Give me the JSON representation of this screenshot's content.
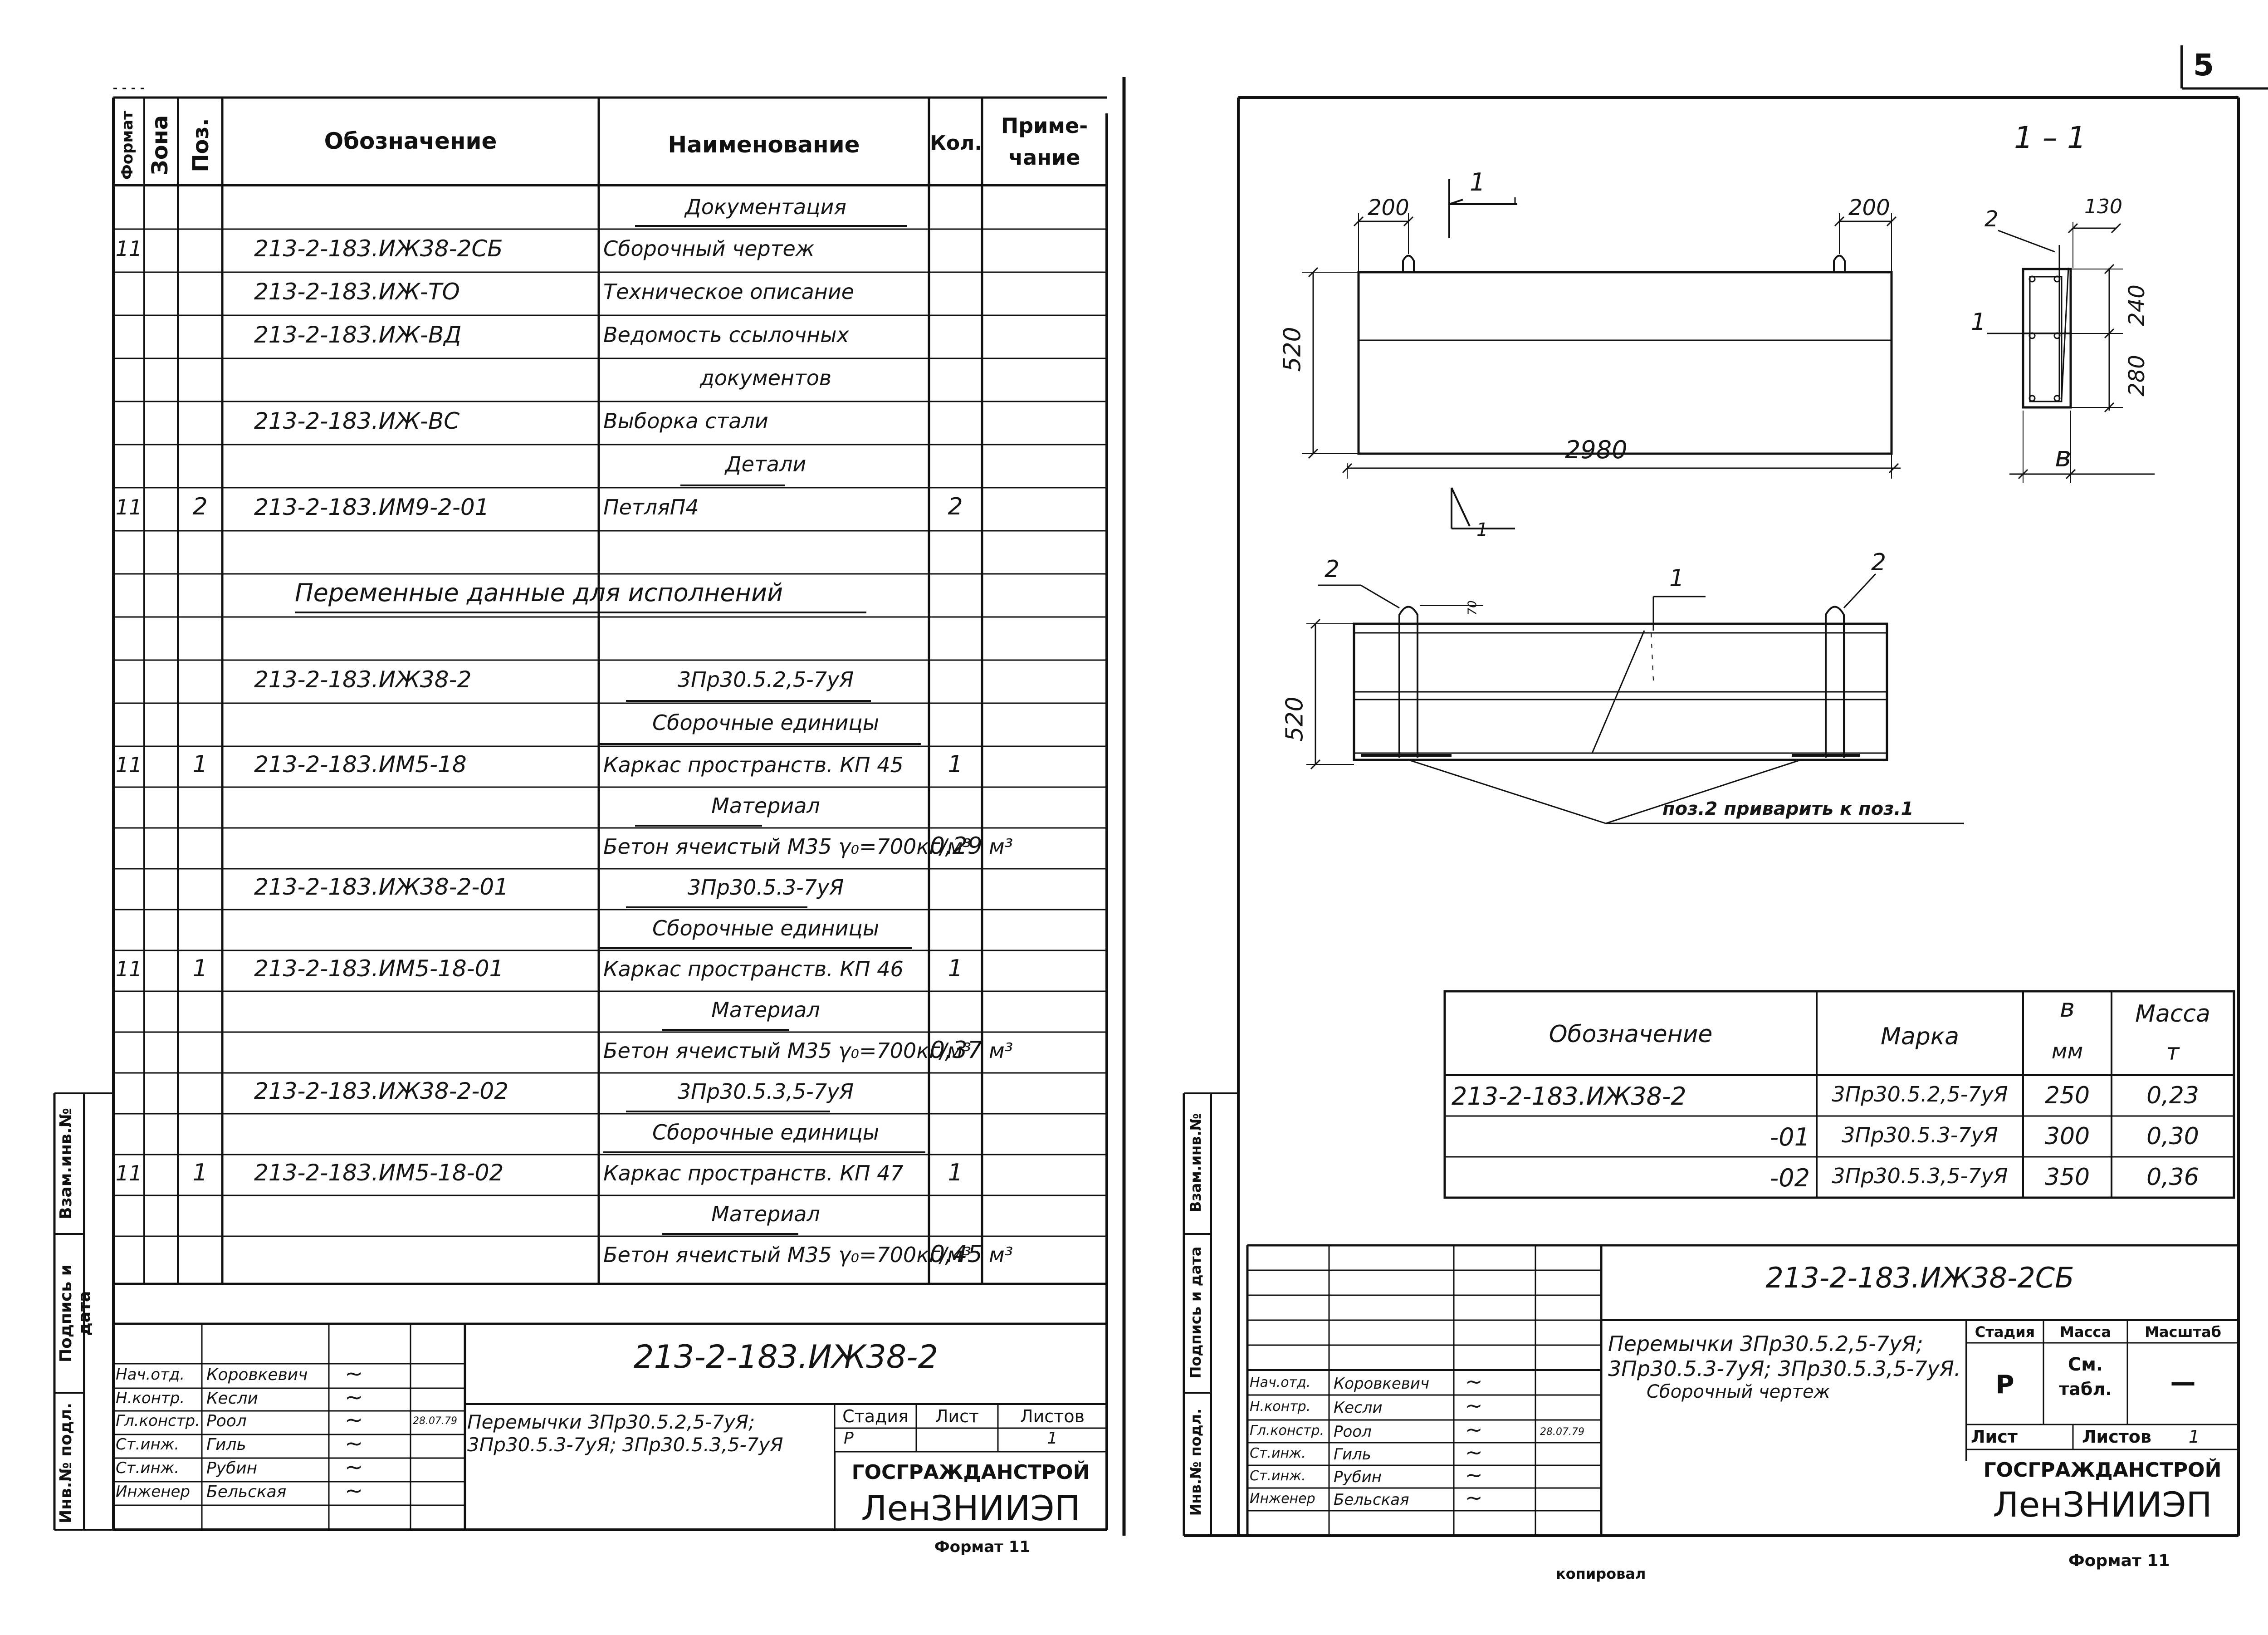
{
  "page_number": "5",
  "left_sheet": {
    "side_labels": [
      "Инв.№ подл.",
      "Подпись и дата",
      "Взам.инв.№"
    ],
    "header": {
      "format": "Формат",
      "zone": "Зона",
      "pos": "Поз.",
      "designation": "Обозначение",
      "name": "Наименование",
      "qty": "Кол.",
      "note_line1": "Приме-",
      "note_line2": "чание"
    },
    "rows": [
      {
        "fmt": "",
        "zone": "",
        "pos": "",
        "designation": "",
        "name": "Документация",
        "qty": "",
        "note": "",
        "underline": true
      },
      {
        "fmt": "11",
        "zone": "",
        "pos": "",
        "designation": "213-2-183.ИЖ38-2СБ",
        "name": "Сборочный чертеж",
        "qty": "",
        "note": ""
      },
      {
        "fmt": "",
        "zone": "",
        "pos": "",
        "designation": "213-2-183.ИЖ-ТО",
        "name": "Техническое описание",
        "qty": "",
        "note": ""
      },
      {
        "fmt": "",
        "zone": "",
        "pos": "",
        "designation": "213-2-183.ИЖ-ВД",
        "name": "Ведомость ссылочных",
        "qty": "",
        "note": ""
      },
      {
        "fmt": "",
        "zone": "",
        "pos": "",
        "designation": "",
        "name": "документов",
        "qty": "",
        "note": ""
      },
      {
        "fmt": "",
        "zone": "",
        "pos": "",
        "designation": "213-2-183.ИЖ-ВС",
        "name": "Выборка стали",
        "qty": "",
        "note": ""
      },
      {
        "fmt": "",
        "zone": "",
        "pos": "",
        "designation": "",
        "name": "Детали",
        "qty": "",
        "note": "",
        "underline": true
      },
      {
        "fmt": "11",
        "zone": "",
        "pos": "2",
        "designation": "213-2-183.ИМ9-2-01",
        "name": "ПетляП4",
        "qty": "2",
        "note": ""
      },
      {
        "fmt": "",
        "zone": "",
        "pos": "",
        "designation": "",
        "name": "",
        "qty": "",
        "note": ""
      },
      {
        "fmt": "",
        "zone": "",
        "pos": "",
        "designation": "",
        "name": "",
        "qty": "",
        "note": ""
      },
      {
        "fmt": "",
        "zone": "",
        "pos": "",
        "designation": "",
        "name": "",
        "qty": "",
        "note": ""
      },
      {
        "fmt": "",
        "zone": "",
        "pos": "",
        "designation": "213-2-183.ИЖ38-2",
        "name": "3Пр30.5.2,5-7уЯ",
        "qty": "",
        "note": "",
        "underline": true
      },
      {
        "fmt": "",
        "zone": "",
        "pos": "",
        "designation": "",
        "name": "Сборочные единицы",
        "qty": "",
        "note": "",
        "underline": true
      },
      {
        "fmt": "11",
        "zone": "",
        "pos": "1",
        "designation": "213-2-183.ИМ5-18",
        "name": "Каркас пространств. КП 45",
        "qty": "1",
        "note": ""
      },
      {
        "fmt": "",
        "zone": "",
        "pos": "",
        "designation": "",
        "name": "Материал",
        "qty": "",
        "note": "",
        "underline": true
      },
      {
        "fmt": "",
        "zone": "",
        "pos": "",
        "designation": "",
        "name": "Бетон ячеистый М35 γ₀=700кг/м³",
        "qty": "0,29",
        "note": "м³"
      },
      {
        "fmt": "",
        "zone": "",
        "pos": "",
        "designation": "213-2-183.ИЖ38-2-01",
        "name": "3Пр30.5.3-7уЯ",
        "qty": "",
        "note": "",
        "underline": true
      },
      {
        "fmt": "",
        "zone": "",
        "pos": "",
        "designation": "",
        "name": "Сборочные единицы",
        "qty": "",
        "note": "",
        "underline": true
      },
      {
        "fmt": "11",
        "zone": "",
        "pos": "1",
        "designation": "213-2-183.ИМ5-18-01",
        "name": "Каркас пространств. КП 46",
        "qty": "1",
        "note": ""
      },
      {
        "fmt": "",
        "zone": "",
        "pos": "",
        "designation": "",
        "name": "Материал",
        "qty": "",
        "note": "",
        "underline": true
      },
      {
        "fmt": "",
        "zone": "",
        "pos": "",
        "designation": "",
        "name": "Бетон ячеистый М35 γ₀=700кг/м³",
        "qty": "0,37",
        "note": "м³"
      },
      {
        "fmt": "",
        "zone": "",
        "pos": "",
        "designation": "213-2-183.ИЖ38-2-02",
        "name": "3Пр30.5.3,5-7уЯ",
        "qty": "",
        "note": "",
        "underline": true
      },
      {
        "fmt": "",
        "zone": "",
        "pos": "",
        "designation": "",
        "name": "Сборочные единицы",
        "qty": "",
        "note": "",
        "underline": true
      },
      {
        "fmt": "11",
        "zone": "",
        "pos": "1",
        "designation": "213-2-183.ИМ5-18-02",
        "name": "Каркас пространств. КП 47",
        "qty": "1",
        "note": ""
      },
      {
        "fmt": "",
        "zone": "",
        "pos": "",
        "designation": "",
        "name": "Материал",
        "qty": "",
        "note": "",
        "underline": true
      },
      {
        "fmt": "",
        "zone": "",
        "pos": "",
        "designation": "",
        "name": "Бетон ячеистый М35 γ₀=700кг/м³",
        "qty": "0,45",
        "note": "м³"
      }
    ],
    "variable_data_title": "Переменные данные для исполнений",
    "title_block": {
      "doc_code": "213-2-183.ИЖ38-2",
      "signers": [
        {
          "role": "Нач.отд.",
          "name": "Коровкевич"
        },
        {
          "role": "Н.контр.",
          "name": "Кесли"
        },
        {
          "role": "Гл.констр.",
          "name": "Роол",
          "date": "28.07.79"
        },
        {
          "role": "Ст.инж.",
          "name": "Гиль"
        },
        {
          "role": "Ст.инж.",
          "name": "Рубин"
        },
        {
          "role": "Инженер",
          "name": "Бельская"
        }
      ],
      "title_text_line1": "Перемычки 3Пр30.5.2,5-7уЯ;",
      "title_text_line2": "3Пр30.5.3-7уЯ; 3Пр30.5.3,5-7уЯ",
      "stage_label": "Стадия",
      "sheet_label": "Лист",
      "sheets_label": "Листов",
      "stage_value": "Р",
      "sheets_value": "1",
      "org_line1": "ГОСГРАЖДАНСТРОЙ",
      "org_line2": "ЛенЗНИИЭП"
    },
    "format_note": "Формат 11"
  },
  "right_sheet": {
    "side_labels": [
      "Инв.№ подл.",
      "Подпись и дата",
      "Взам.инв.№"
    ],
    "section_label": "1 – 1",
    "drawing": {
      "dim_200_left": "200",
      "dim_200_right": "200",
      "dim_520_top": "520",
      "dim_2980": "2980",
      "dim_520_bottom": "520",
      "cut_mark": "1",
      "section_130": "130",
      "section_240": "240",
      "section_280": "280",
      "section_b": "в",
      "pos1": "1",
      "pos2": "2",
      "weld_note": "поз.2 приварить к поз.1",
      "dim_70": "70"
    },
    "table": {
      "headers": [
        "Обозначение",
        "Марка",
        "в мм",
        "Масса т"
      ],
      "header_b": "в",
      "header_mm": "мм",
      "header_mass": "Масса",
      "header_t": "т",
      "rows": [
        {
          "designation": "213-2-183.ИЖ38-2",
          "mark": "3Пр30.5.2,5-7уЯ",
          "b": "250",
          "mass": "0,23"
        },
        {
          "designation": "-01",
          "mark": "3Пр30.5.3-7уЯ",
          "b": "300",
          "mass": "0,30"
        },
        {
          "designation": "-02",
          "mark": "3Пр30.5.3,5-7уЯ",
          "b": "350",
          "mass": "0,36"
        }
      ]
    },
    "title_block": {
      "doc_code": "213-2-183.ИЖ38-2СБ",
      "signers": [
        {
          "role": "Нач.отд.",
          "name": "Коровкевич"
        },
        {
          "role": "Н.контр.",
          "name": "Кесли"
        },
        {
          "role": "Гл.констр.",
          "name": "Роол",
          "date": "28.07.79"
        },
        {
          "role": "Ст.инж.",
          "name": "Гиль"
        },
        {
          "role": "Ст.инж.",
          "name": "Рубин"
        },
        {
          "role": "Инженер",
          "name": "Бельская"
        }
      ],
      "title_line1": "Перемычки 3Пр30.5.2,5-7уЯ;",
      "title_line2": "3Пр30.5.3-7уЯ; 3Пр30.5.3,5-7уЯ.",
      "title_line3": "Сборочный чертеж",
      "stage_label": "Стадия",
      "mass_label": "Масса",
      "scale_label": "Масштаб",
      "stage_value": "Р",
      "mass_value_line1": "См.",
      "mass_value_line2": "табл.",
      "scale_value": "—",
      "sheet_label": "Лист",
      "sheets_label": "Листов",
      "sheets_value": "1",
      "org_line1": "ГОСГРАЖДАНСТРОЙ",
      "org_line2": "ЛенЗНИИЭП"
    },
    "copy_note": "копировал",
    "format_note": "Формат 11"
  }
}
